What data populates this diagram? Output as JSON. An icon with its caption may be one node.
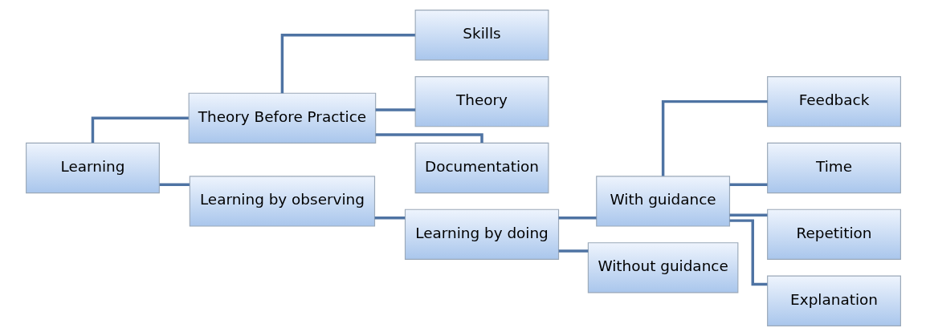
{
  "diagram": {
    "nodes": [
      {
        "text": [
          "Learning"
        ]
      },
      {
        "text": [
          "Theory Before Practice"
        ]
      },
      {
        "text": [
          "Learning by observing"
        ]
      },
      {
        "text": [
          "Skills"
        ]
      },
      {
        "text": [
          "Theory"
        ]
      },
      {
        "text": [
          "Documentation"
        ]
      },
      {
        "text": [
          "Learning by doing"
        ]
      },
      {
        "text": [
          "With guidance"
        ]
      },
      {
        "text": [
          "Without guidance"
        ]
      },
      {
        "text": [
          "Feedback"
        ]
      },
      {
        "text": [
          "Time"
        ]
      },
      {
        "text": [
          "Repetition"
        ]
      },
      {
        "text": [
          "Explanation"
        ]
      }
    ],
    "edges": [
      {
        "from": 0,
        "to": 1,
        "arrow": "none"
      },
      {
        "from": 0,
        "to": 2,
        "arrow": "none"
      },
      {
        "from": 1,
        "to": 3,
        "arrow": "none"
      },
      {
        "from": 1,
        "to": 4,
        "arrow": "none"
      },
      {
        "from": 1,
        "to": 5,
        "arrow": "none"
      },
      {
        "from": 2,
        "to": 6,
        "arrow": "none"
      },
      {
        "from": 6,
        "to": 7,
        "arrow": "none"
      },
      {
        "from": 6,
        "to": 8,
        "arrow": "none"
      },
      {
        "from": 7,
        "to": 9,
        "arrow": "none"
      },
      {
        "from": 7,
        "to": 10,
        "arrow": "none"
      },
      {
        "from": 7,
        "to": 11,
        "arrow": "none"
      },
      {
        "from": 7,
        "to": 12,
        "arrow": "none"
      }
    ]
  }
}
